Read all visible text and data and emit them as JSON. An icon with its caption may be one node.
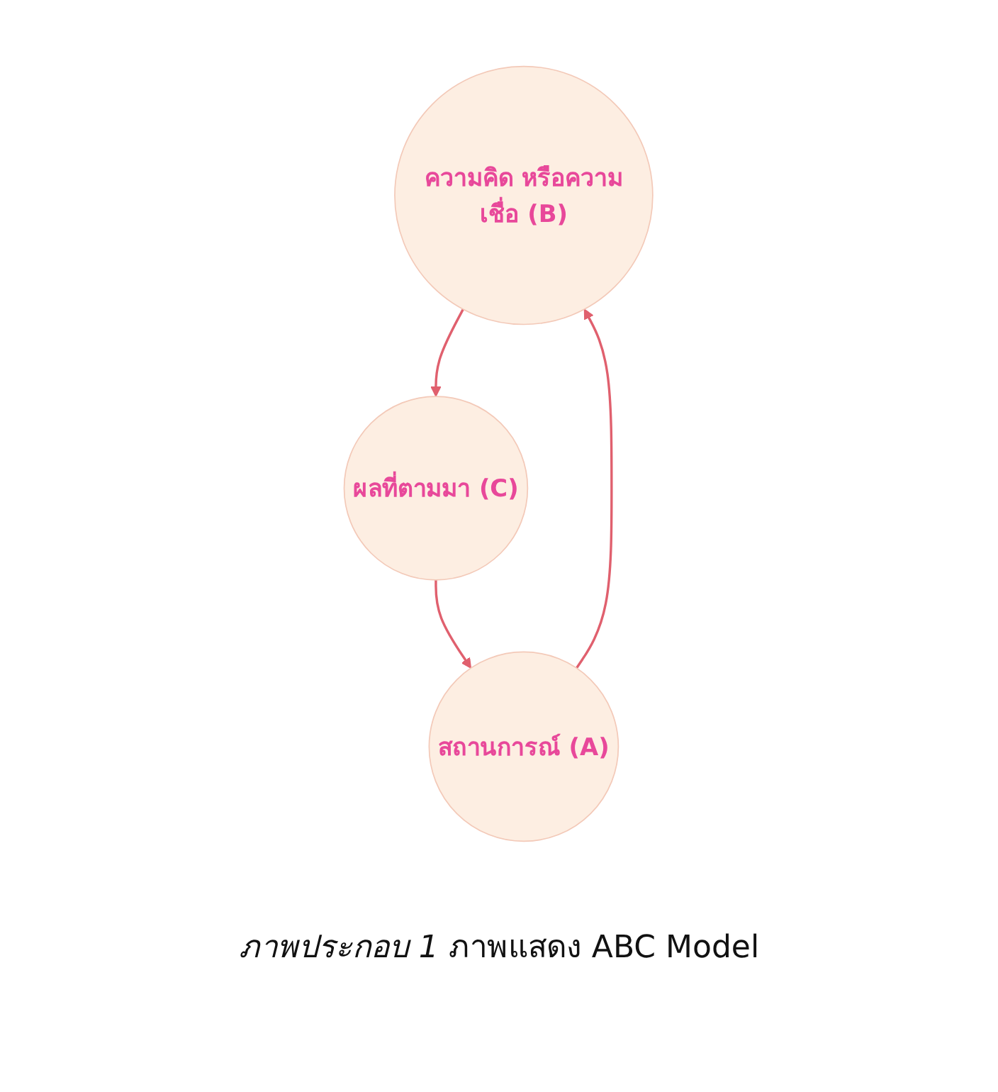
{
  "diagram": {
    "caption": "*ภาพประกอบ 1* ภาพแสดง ABC Model",
    "nodes": [
      {
        "text": [
          "ความคิด หรือความเชื่อ (B)"
        ]
      },
      {
        "text": [
          "สถานการณ์ (A)"
        ]
      },
      {
        "text": [
          "ผลที่ตามมา (C)"
        ]
      }
    ],
    "edges": [
      {
        "from": 1,
        "to": 0,
        "arrow": "to"
      },
      {
        "from": 0,
        "to": 2,
        "arrow": "to"
      },
      {
        "from": 2,
        "to": 1,
        "arrow": "to"
      }
    ]
  }
}
